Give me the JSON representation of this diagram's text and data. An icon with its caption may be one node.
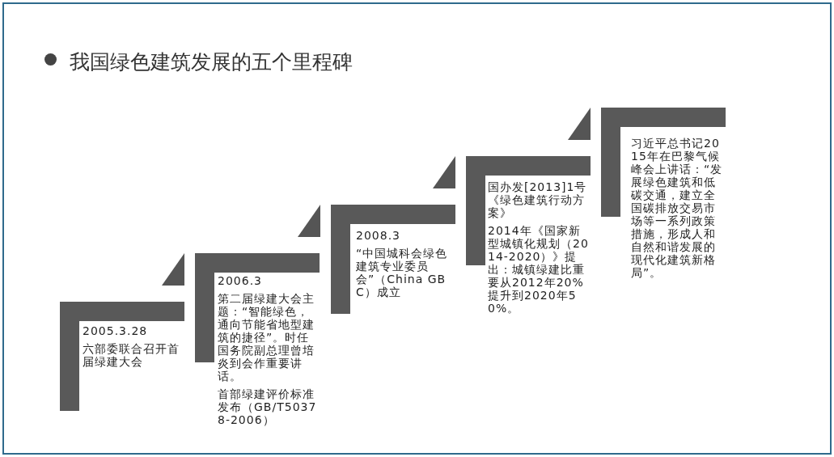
{
  "diagram": {
    "title": "我国绿色建筑发展的五个里程碑",
    "nodes": [
      {
        "text": [
          "2005.3.28",
          "六部委联合召开首届绿建大会"
        ]
      },
      {
        "text": [
          "2006.3",
          "第二届绿建大会主题：“智能绿色，通向节能省地型建筑的捷径”。时任国务院副总理曾培炎到会作重要讲话。",
          "首部绿建评价标准发布（GB/T50378-2006）"
        ]
      },
      {
        "text": [
          "2008.3",
          "“中国城科会绿色建筑专业委员会”（China GBC）成立"
        ]
      },
      {
        "text": [
          "国办发[2013]1号《绿色建筑行动方案》",
          "2014年《国家新型城镇化规划（2014-2020）》提出：城镇绿建比重要从2012年20%提升到2020年50%。"
        ]
      },
      {
        "text": [
          "习近平总书记2015年在巴黎气候峰会上讲话：“发展绿色建筑和低碳交通，建立全国碳排放交易市场等一系列政策措施，形成人和自然和谐发展的现代化建筑新格局”。"
        ]
      }
    ]
  }
}
